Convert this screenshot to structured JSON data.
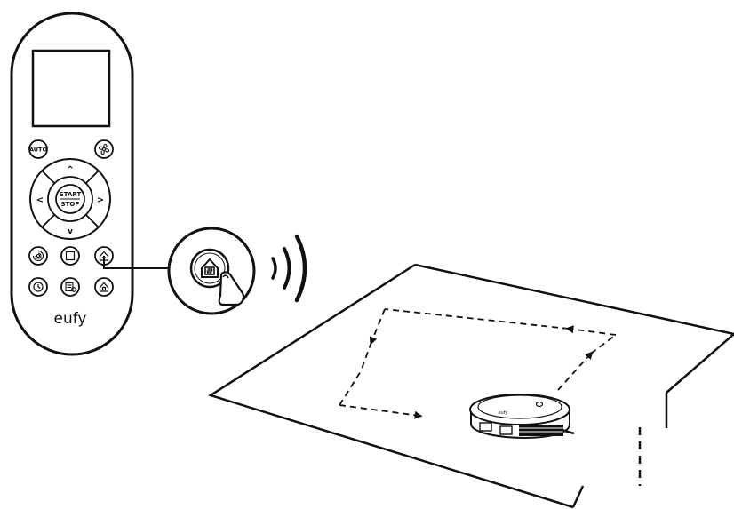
{
  "remote": {
    "auto_label": "AUTO",
    "start_label": "START",
    "stop_label": "STOP",
    "brand": "eufy",
    "up_arrow": "^",
    "down_arrow": "v",
    "left_arrow": "<",
    "right_arrow": ">"
  },
  "icons": {
    "fan": "fan-icon",
    "spot": "spot-clean-icon",
    "edge": "edge-clean-icon",
    "home": "home-icon",
    "schedule": "clock-icon",
    "plan": "plan-icon",
    "recharge": "recharge-icon",
    "signal": "wireless-signal-icon",
    "path": "cleaning-path-arrows"
  },
  "robot": {
    "logo": "eufy"
  },
  "colors": {
    "ink": "#111111",
    "background": "#ffffff"
  }
}
